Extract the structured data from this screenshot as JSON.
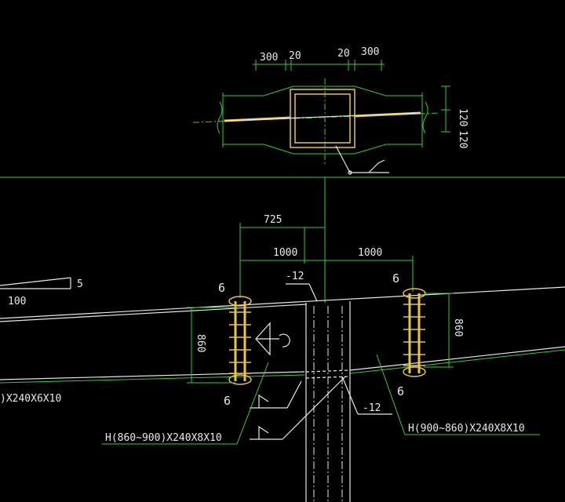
{
  "dims": {
    "top_left_300": "300",
    "top_left_20": "20",
    "top_right_20": "20",
    "top_right_300": "300",
    "top_side_120_a": "120",
    "top_side_120_b": "120",
    "dim_725": "725",
    "dim_1000_left": "1000",
    "dim_1000_right": "1000",
    "weld_6_left": "6",
    "weld_6_right": "6",
    "weld_6_bottom_left": "6",
    "weld_6_bottom_right": "6",
    "plate_minus12_top": "-12",
    "plate_minus12_bottom": "-12",
    "height_860_left": "860",
    "height_860_right": "860",
    "left_dim_100": "100",
    "left_dim_5": "5"
  },
  "labels": {
    "beam_left_section": ")X240X6X10",
    "beam_mid_section": "H(860~900)X240X8X10",
    "beam_right_section": "H(900~860)X240X8X10"
  },
  "colors": {
    "background": "#000000",
    "dimension_green": "#33cc33",
    "outline_white": "#e8e8e8",
    "weld_yellow": "#e6c34a"
  }
}
